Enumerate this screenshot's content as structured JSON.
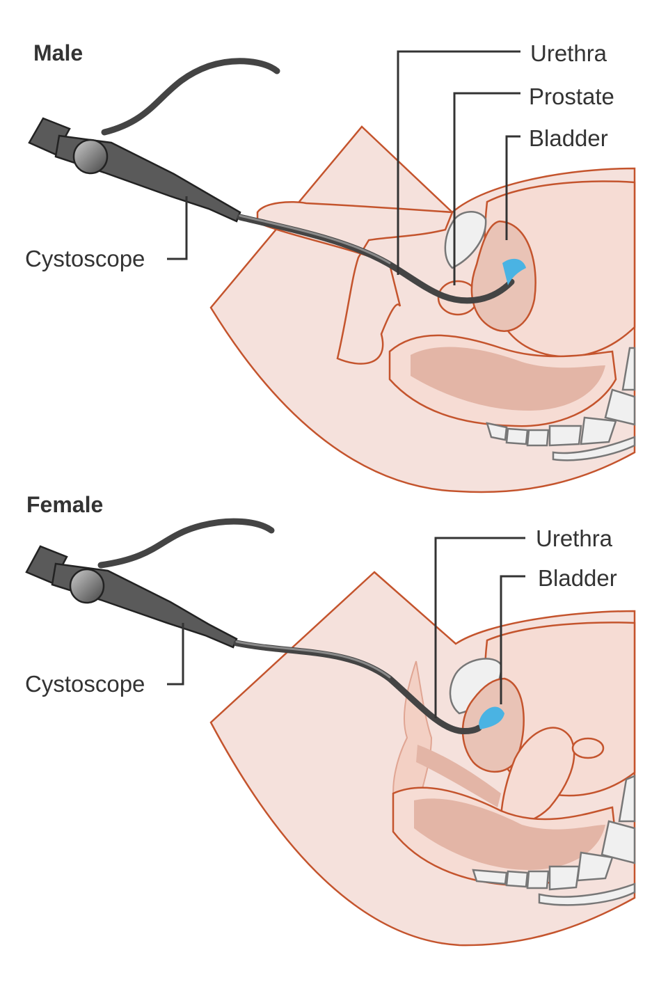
{
  "panels": [
    {
      "title": "Male",
      "labels": {
        "urethra": "Urethra",
        "prostate": "Prostate",
        "bladder": "Bladder",
        "cystoscope": "Cystoscope"
      }
    },
    {
      "title": "Female",
      "labels": {
        "urethra": "Urethra",
        "bladder": "Bladder",
        "cystoscope": "Cystoscope"
      }
    }
  ],
  "colors": {
    "skin": "#f5e1dc",
    "outline": "#c4542d",
    "organ": "#e9c3b6",
    "instrument": "#5a5a5a",
    "light": "#4ab3e3",
    "text": "#333333"
  }
}
